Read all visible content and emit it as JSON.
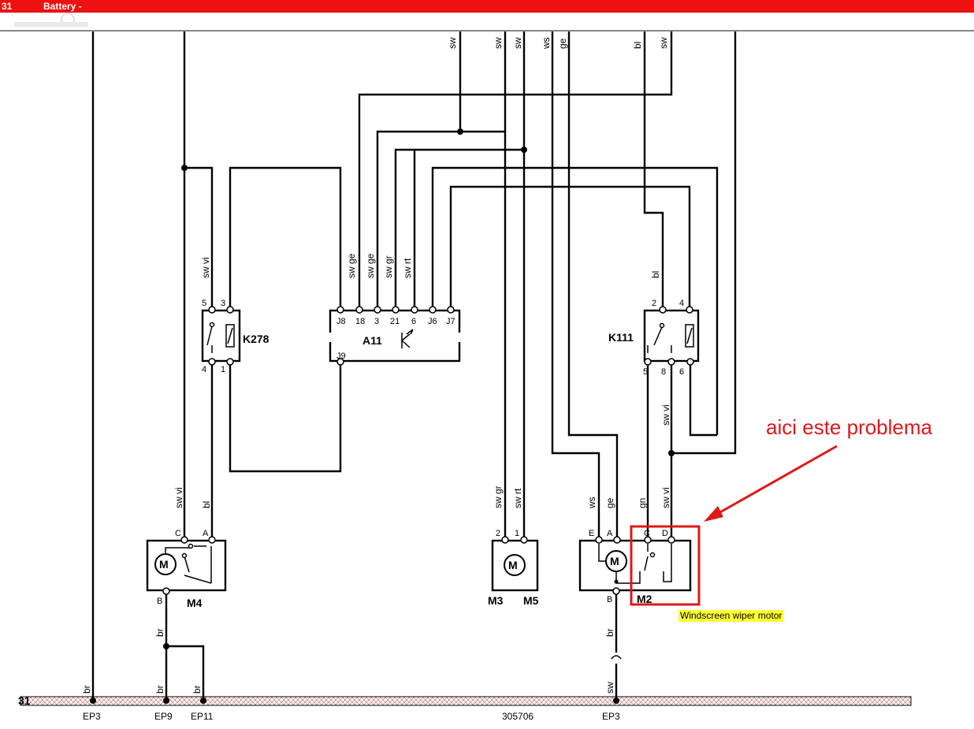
{
  "window": {
    "title_left": "31",
    "title": "Battery -"
  },
  "diagram": {
    "wire_labels": {
      "top_sw_1": "sw",
      "top_sw_2": "sw",
      "top_sw_3": "sw",
      "top_ws": "ws",
      "top_ge": "ge",
      "top_bl": "bl",
      "top_sw_4": "sw",
      "k278_in": "sw vi",
      "a11_sw_ge_1": "sw ge",
      "a11_sw_ge_2": "sw ge",
      "a11_sw_gr": "sw gr",
      "a11_sw_rt": "sw rt",
      "k111_bl": "bl",
      "k111_swvi": "sw vi",
      "m4_swvi": "sw vi",
      "m4_bl": "bl",
      "m3_swgr": "sw gr",
      "m3_swrt": "sw rt",
      "m2_ws": "ws",
      "m2_ge": "ge",
      "m2_gn": "gn",
      "m2_swvi": "sw vi",
      "m4_br": "br",
      "m2_br": "br",
      "bus_br_1": "br",
      "bus_br_2": "br",
      "bus_br_3": "br",
      "bus_sw": "sw"
    },
    "k278": {
      "name": "K278",
      "pins_top": [
        "5",
        "3"
      ],
      "pins_bottom": [
        "4",
        "1"
      ]
    },
    "a11": {
      "name": "A11",
      "pins_top": [
        "J8",
        "18",
        "3",
        "21",
        "6",
        "J6",
        "J7"
      ],
      "pin_bottom": "J9"
    },
    "k111": {
      "name": "K111",
      "pins_top": [
        "2",
        "4"
      ],
      "pins_bottom": [
        "5",
        "8",
        "6"
      ]
    },
    "m4": {
      "name": "M4",
      "pins_top": [
        "C",
        "A"
      ],
      "pin_bottom": "B",
      "motor_symbol": "M"
    },
    "m3m5": {
      "name_left": "M3",
      "name_right": "M5",
      "pins_top": [
        "2",
        "1"
      ],
      "motor_symbol": "M"
    },
    "m2": {
      "name": "M2",
      "pins_top": [
        "E",
        "A",
        "C",
        "D"
      ],
      "pin_bottom": "B",
      "motor_symbol": "M"
    },
    "ground_bus": {
      "label": "31",
      "points": [
        "EP3",
        "EP9",
        "EP11",
        "305706",
        "EP3"
      ]
    },
    "caption": "Windscreen wiper motor",
    "annotation": "aici este problema",
    "colors": {
      "title_bar": "#ee1111",
      "annotation": "#e01818",
      "highlight_box": "#e01818",
      "caption_bg": "#ffff33",
      "bus_hatch": "#c88888"
    },
    "icons": [
      "club-logo-icon",
      "relay-switch-icon",
      "relay-coil-icon",
      "transistor-icon",
      "motor-icon",
      "arrow-icon"
    ]
  }
}
